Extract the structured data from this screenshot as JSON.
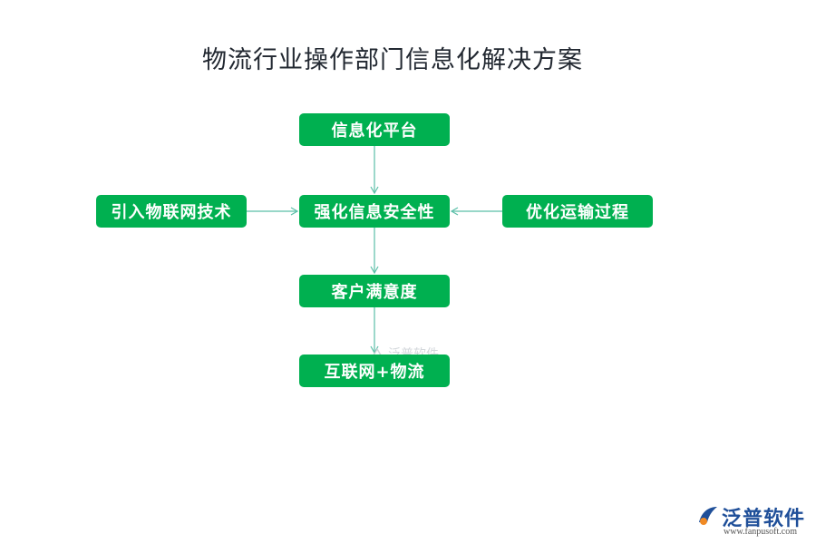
{
  "title": "物流行业操作部门信息化解决方案",
  "nodes": {
    "top": "信息化平台",
    "center": "强化信息安全性",
    "left": "引入物联网技术",
    "right": "优化运输过程",
    "mid": "客户满意度",
    "bottom": "互联网+物流"
  },
  "edges": [
    {
      "from": "top",
      "to": "center"
    },
    {
      "from": "left",
      "to": "center"
    },
    {
      "from": "right",
      "to": "center"
    },
    {
      "from": "center",
      "to": "mid"
    },
    {
      "from": "mid",
      "to": "bottom"
    }
  ],
  "watermark": "泛普软件",
  "brand": {
    "name": "泛普软件",
    "url": "www.fanpusoft.com"
  },
  "colors": {
    "node_fill": "#00b050",
    "connector": "#5bbfa8",
    "brand_blue": "#1f4f99",
    "brand_orange": "#f08a24"
  }
}
